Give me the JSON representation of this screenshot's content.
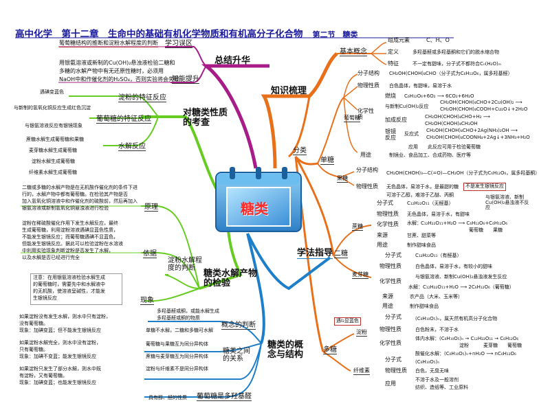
{
  "title": {
    "main": "高中化学　第十二章　生命中的基础有机化学物质和有机高分子化合物",
    "section": "第二节　糖类"
  },
  "center_label": "糖类",
  "branches": {
    "summary": "总结升华",
    "knowledge": "知识梳理",
    "study": "学法指导",
    "concept": "糖类的概念与结构",
    "examine": "对糖类性质的考查",
    "hydrolysis_check": "糖类水解产物的检验"
  },
  "summary": {
    "misconception": "学习误区",
    "misconception_note": "葡萄糖结构的推断和淀粉水解程度的判断",
    "ability": "知能提升",
    "ability_note_1": "用银氨溶液或新制的Cu(OH)₂悬浊液检验二糖和",
    "ability_note_2": "多糖的水解产物中有无还原性糖时，必须用",
    "ability_note_3": "NaOH中和作催化剂的H₂SO₄，否则实验将会失败"
  },
  "knowledge": {
    "basic": "基本概念",
    "composition_label": "组成元素",
    "composition_value": "C、H、O",
    "definition_label": "定义",
    "definition_value": "多羟基醛或多羟基酮和它们的脱水缩合物",
    "feature_label": "特征",
    "feature_value": "不一定有甜味，分子式不都符合Cₙ(H₂O)ₘ",
    "classify": "分类",
    "mono": "单糖",
    "di": "二糖",
    "poly": "多糖",
    "glucose": "葡萄糖",
    "glu_struct_label": "分子结构",
    "glu_struct_value": "CH₂OH(CHOH)₄CHO（分子式为C₆H₁₂O₆，属多羟基醛）",
    "glu_phys_label": "物理性质",
    "glu_phys_value": "白色晶体，有甜味，易溶于水",
    "glu_chem_label": "化学性质",
    "glu_burn_label": "燃烧",
    "glu_burn_value": "C₆H₁₂O₆+6O₂ ⟶ 6CO₂+6H₂O",
    "glu_cu_label": "与新制Cu(OH)₂反应",
    "glu_cu_value_1": "CH₂OH(CHOH)₄CHO+2Cu(OH)₂ ⟶",
    "glu_cu_value_2": "CH₂OH(CHOH)₄COOH+Cu₂O↓+2H₂O",
    "glu_add_label": "加成反应",
    "glu_add_value_1": "CH₂OH(CHOH)₄CHO+H₂ ⟶",
    "glu_add_value_2": "CH₂OH(CHOH)₄CH₂OH",
    "glu_mirror_label": "银镜反应",
    "glu_mirror_sub": "反应式",
    "glu_mirror_value_1": "CH₂OH(CHOH)₄CHO+2Ag(NH₃)₂OH ⟶",
    "glu_mirror_value_2": "CH₂OH(CHOH)₄COONH₄+2Ag↓+3NH₃+H₂O",
    "glu_mirror_app_label": "应用",
    "glu_mirror_app_value": "此反应可用于检验葡萄糖",
    "glu_use_label": "用途",
    "glu_use_value": "制镜业、食品加工、合成药物、医疗等",
    "fructose": "果糖",
    "fru_struct_label": "分子结构",
    "fru_struct_value": "CH₂OH(CHOH)₃—C(=O)—CH₂OH（分子式为C₆H₁₂O₆，属多羟基酮）",
    "fru_phys_label": "物理性质",
    "fru_phys_value": "无色晶体，易溶于水，是最甜的糖",
    "fru_note": "不是发生银镜反应",
    "fru_reduce": "可溶于乙醇，难溶于乙醚、丙酮",
    "sucrose": "蔗糖",
    "suc_formula_label": "分子式",
    "suc_formula_value": "C₁₂H₂₂O₁₁（无醛基）",
    "suc_phys_label": "物理性质",
    "suc_phys_value": "无色晶体，易溶于水，有甜味",
    "suc_chem_label": "化学性质",
    "suc_hydro_label": "水解：",
    "suc_hydro_value": "C₁₂H₂₂O₁₁+H₂O ⟶ C₆H₁₂O₆+C₆H₁₂O₆",
    "suc_hydro_products": "葡萄糖　　果糖",
    "suc_note": "与银氨溶液、新制Cu(OH)₂悬浊液不反应",
    "suc_source_label": "来源",
    "suc_source_value": "甘蔗、甜菜等",
    "suc_use_label": "用途",
    "suc_use_value": "制作甜味食品",
    "maltose": "麦芽糖",
    "mal_formula_label": "分子式",
    "mal_formula_value": "C₁₂H₂₂O₁₁（有醛基）",
    "mal_phys_label": "物理性质",
    "mal_phys_value": "白色晶体，易溶于水，有较小的甜味",
    "mal_chem_label": "化学性质",
    "mal_chem_value_1": "与银氨溶液、新制Cu(OH)₂悬浊液发生反应",
    "mal_chem_value_2": "水解：C₁₂H₂₂O₁₁+H₂O ⟶ 2C₆H₁₂O₆（葡萄糖）",
    "mal_source_label": "来源",
    "mal_source_value": "农产品（大米、玉米等）",
    "mal_use_label": "用途",
    "mal_use_value": "制作甜味食品",
    "starch": "淀粉",
    "starch_iodine": "遇I₂显蓝色",
    "sta_formula_label": "分子式",
    "sta_formula_value": "(C₆H₁₀O₅)ₙ，属天然有机高分子化合物",
    "sta_phys_label": "物理性质",
    "sta_phys_value": "白色粉末，不溶于水",
    "sta_chem_label": "化学性质",
    "sta_chem_value_1": "体内水解：(C₆H₁₀O₅)ₙ → C₁₂H₂₂O₁₁ → C₆H₁₂O₆",
    "sta_chem_value_2": "淀粉　　　麦芽糖　　葡萄糖",
    "cellulose": "纤维素",
    "cel_chem_value": "酸催化水解：(C₆H₁₀O₅)ₙ+nH₂O ⟶ nC₆H₁₂O₆",
    "cel_formula_label": "分子式",
    "cel_formula_value": "(C₆H₁₀O₅)ₙ",
    "cel_phys_label": "物理性质",
    "cel_phys_value": "白色，无臭无味",
    "cel_use_label": "应用",
    "cel_use_value_1": "不溶于水及一般溶剂",
    "cel_use_value_2": "纺织、造纸等、工业原料"
  },
  "examine": {
    "starch_char": "淀粉的特征反应",
    "starch_char_note": "遇碘变蓝色",
    "glu_char": "葡萄糖的特征反应",
    "glu_char_note_1": "与新制的氢氧化铜反应生成红色沉淀",
    "glu_char_note_2": "与银氨溶液反应有银镜现象",
    "hydro": "水解反应",
    "hydro_1": "蔗糖水解生成葡萄糖和果糖",
    "hydro_2": "麦芽糖水解生成葡萄糖",
    "hydro_3": "淀粉水解生成葡萄糖",
    "hydro_4": "纤维素水解生成葡萄糖"
  },
  "study": {
    "principle": "原理",
    "principle_text_1": "二糖或多糖的水解产物是在无机酸作催化剂的条件下进",
    "principle_text_2": "行的，水解产物中都有葡萄糖。在检验其产物是否",
    "principle_text_3": "加入氢氧化铜溶液中和作催化剂的硫酸前，然后再加入",
    "principle_text_4": "银氨溶液或新制氢氧化铜悬浊液进行检验",
    "basis": "依据",
    "basis_text_1": "淀粉在稀硫酸催化作用下发生水解反应，最终",
    "basis_text_2": "生成葡萄糖，利用淀粉溶液遇碘显蓝色性质，",
    "basis_text_3": "不能发生银镜反应；而葡萄糖遇碘不显蓝色，",
    "basis_text_4": "但能发生银镜反应。据此可以检验淀粉在水溶液",
    "basis_text_5": "中利用实验现象判断淀粉是否发生了水解，",
    "basis_text_6": "以及水解是否已经进行完全",
    "degree": "淀粉水解程度的判断",
    "degree_note_1": "注意：在用银氨溶液检验水解生成",
    "degree_note_2": "的葡萄糖时，需要先中和水解液中",
    "degree_note_3": "的无机酸，使溶液呈碱性，才能发",
    "degree_note_4": "生银镜反应",
    "phenomenon": "现象",
    "phen_1_1": "如果淀粉没有发生水解，则水中只有淀粉，",
    "phen_1_2": "没有葡萄糖。",
    "phen_1_3": "现象：加碘变蓝；但不能发生银镜反应",
    "phen_2_1": "如果淀粉水解完全，则水中没有淀粉，",
    "phen_2_2": "只有葡萄糖。",
    "phen_2_3": "现象：加碘不变蓝；能发生银镜反应",
    "phen_3_1": "如果淀粉只发生了部分水解，则水中既",
    "phen_3_2": "有淀粉，又有葡萄糖。",
    "phen_3_3": "现象：加碘变蓝；也能发生银镜反应"
  },
  "concept": {
    "judge": "概念的判断",
    "judge_1_1": "多羟基醛或酮，或能水解生成",
    "judge_1_2": "多羟基醛或酮的物质",
    "judge_2": "单糖不水解，二糖和多糖可水解",
    "relation": "糖类之间的关系",
    "rel_1": "葡萄糖与果糖互为同分异构体",
    "rel_2": "蔗糖与麦芽糖互为同分异构体",
    "rel_3": "淀粉与纤维素不是同分异构体",
    "multi": "葡萄糖是多羟基醛",
    "multi_note": "具有醇、醛的性质"
  }
}
